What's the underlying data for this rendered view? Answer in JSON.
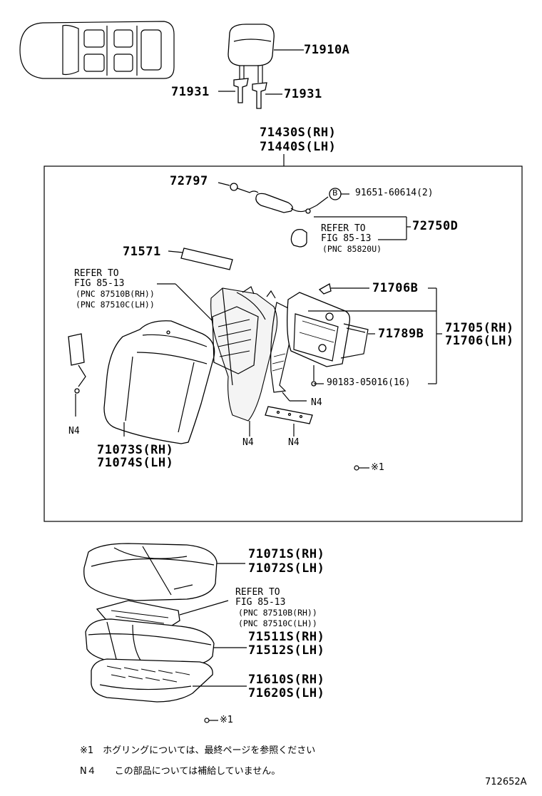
{
  "parts": {
    "headrest": "71910A",
    "support_left": "71931",
    "support_right": "71931",
    "back_assy_rh": "71430S(RH)",
    "back_assy_lh": "71440S(LH)",
    "clip": "72797",
    "bolt_b": "91651-60614(2)",
    "bolt_b_marker": "B",
    "refer_top_1": "REFER TO",
    "refer_top_2": "FIG 85-13",
    "refer_top_3": "(PNC 85820U)",
    "lumbar_ref": "72750D",
    "pad_71571": "71571",
    "refer_back_1": "REFER TO",
    "refer_back_2": "FIG 85-13",
    "refer_back_3": "(PNC 87510B(RH))",
    "refer_back_4": "(PNC 87510C(LH))",
    "hook_71706b": "71706B",
    "board_71789b": "71789B",
    "frame_rh": "71705(RH)",
    "frame_lh": "71706(LH)",
    "screw": "90183-05016(16)",
    "n4_a": "N4",
    "n4_b": "N4",
    "n4_c": "N4",
    "n4_d": "N4",
    "back_cover_rh": "71073S(RH)",
    "back_cover_lh": "71074S(LH)",
    "hog_ring_back": "※1",
    "cushion_cover_rh": "71071S(RH)",
    "cushion_cover_lh": "71072S(LH)",
    "refer_cush_1": "REFER TO",
    "refer_cush_2": "FIG 85-13",
    "refer_cush_3": "(PNC 87510B(RH))",
    "refer_cush_4": "(PNC 87510C(LH))",
    "cushion_pad_rh": "71511S(RH)",
    "cushion_pad_lh": "71512S(LH)",
    "cushion_frame_rh": "71610S(RH)",
    "cushion_frame_lh": "71620S(LH)",
    "hog_ring_cushion": "※1"
  },
  "notes": {
    "note1": "※1　ホグリングについては、最終ページを参照ください",
    "note2": "N４　　この部品については補給していません。"
  },
  "diagram_id": "712652A"
}
